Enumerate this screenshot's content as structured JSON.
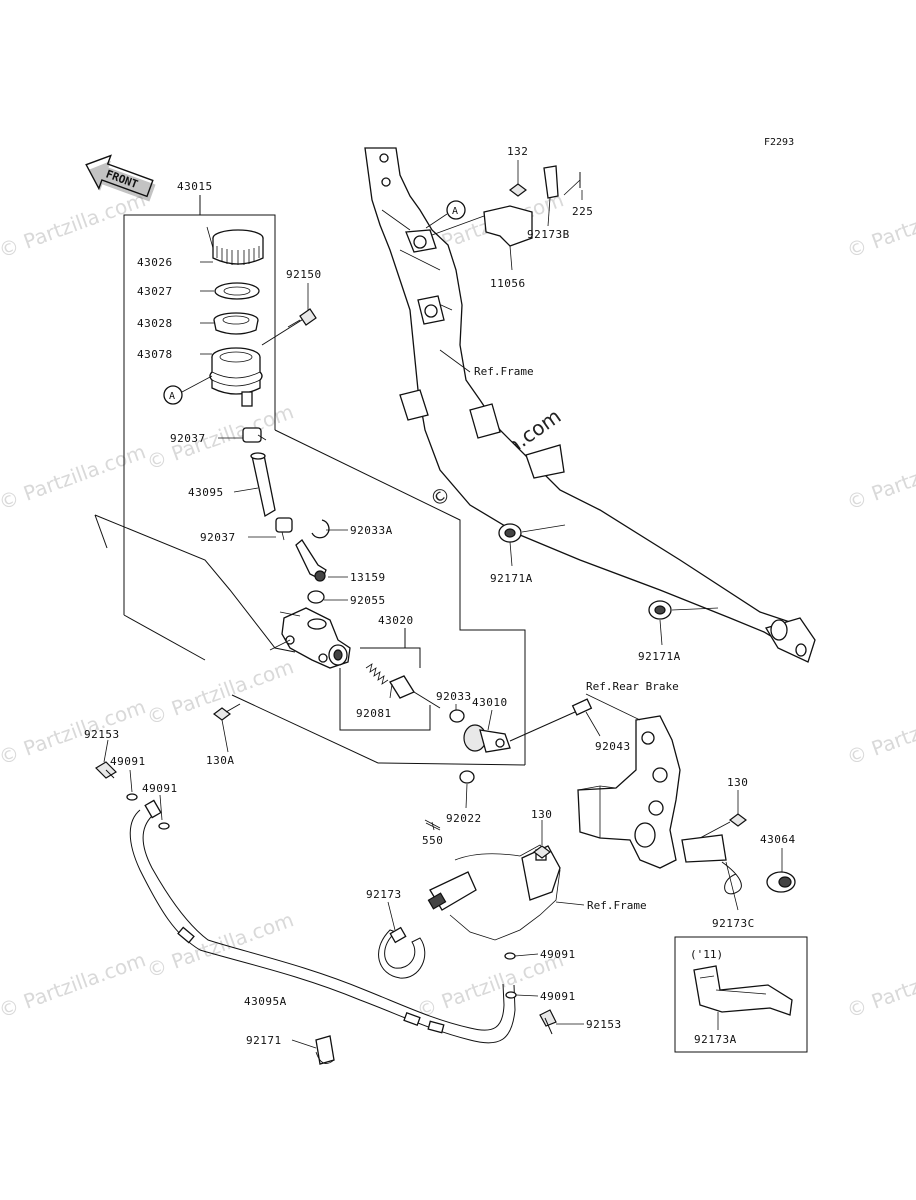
{
  "figure_code": "F2293",
  "front_arrow_label": "FRONT",
  "watermark_text": "© Partzilla.com",
  "reference_marker": "A",
  "parts": {
    "p43015": "43015",
    "p43026": "43026",
    "p43027": "43027",
    "p43028": "43028",
    "p43078": "43078",
    "p92150": "92150",
    "p92037a": "92037",
    "p43095": "43095",
    "p92037b": "92037",
    "p92033a": "92033A",
    "p13159": "13159",
    "p92055": "92055",
    "p43020": "43020",
    "p92033": "92033",
    "p92081": "92081",
    "p43010": "43010",
    "p130a": "130A",
    "p92153a": "92153",
    "p49091a": "49091",
    "p49091b": "49091",
    "p132": "132",
    "p225": "225",
    "p92173b": "92173B",
    "p11056": "11056",
    "p92171a_1": "92171A",
    "p92171a_2": "92171A",
    "p92043": "92043",
    "p92022": "92022",
    "p550": "550",
    "p130_1": "130",
    "p130_2": "130",
    "p43064": "43064",
    "p92173c": "92173C",
    "p92173": "92173",
    "p49091c": "49091",
    "p49091d": "49091",
    "p92153b": "92153",
    "p43095a": "43095A",
    "p92171": "92171",
    "p92173a": "92173A"
  },
  "notes": {
    "ref_frame_1": "Ref.Frame",
    "ref_frame_2": "Ref.Frame",
    "ref_rear_brake": "Ref.Rear Brake",
    "year_note": "('11)"
  }
}
